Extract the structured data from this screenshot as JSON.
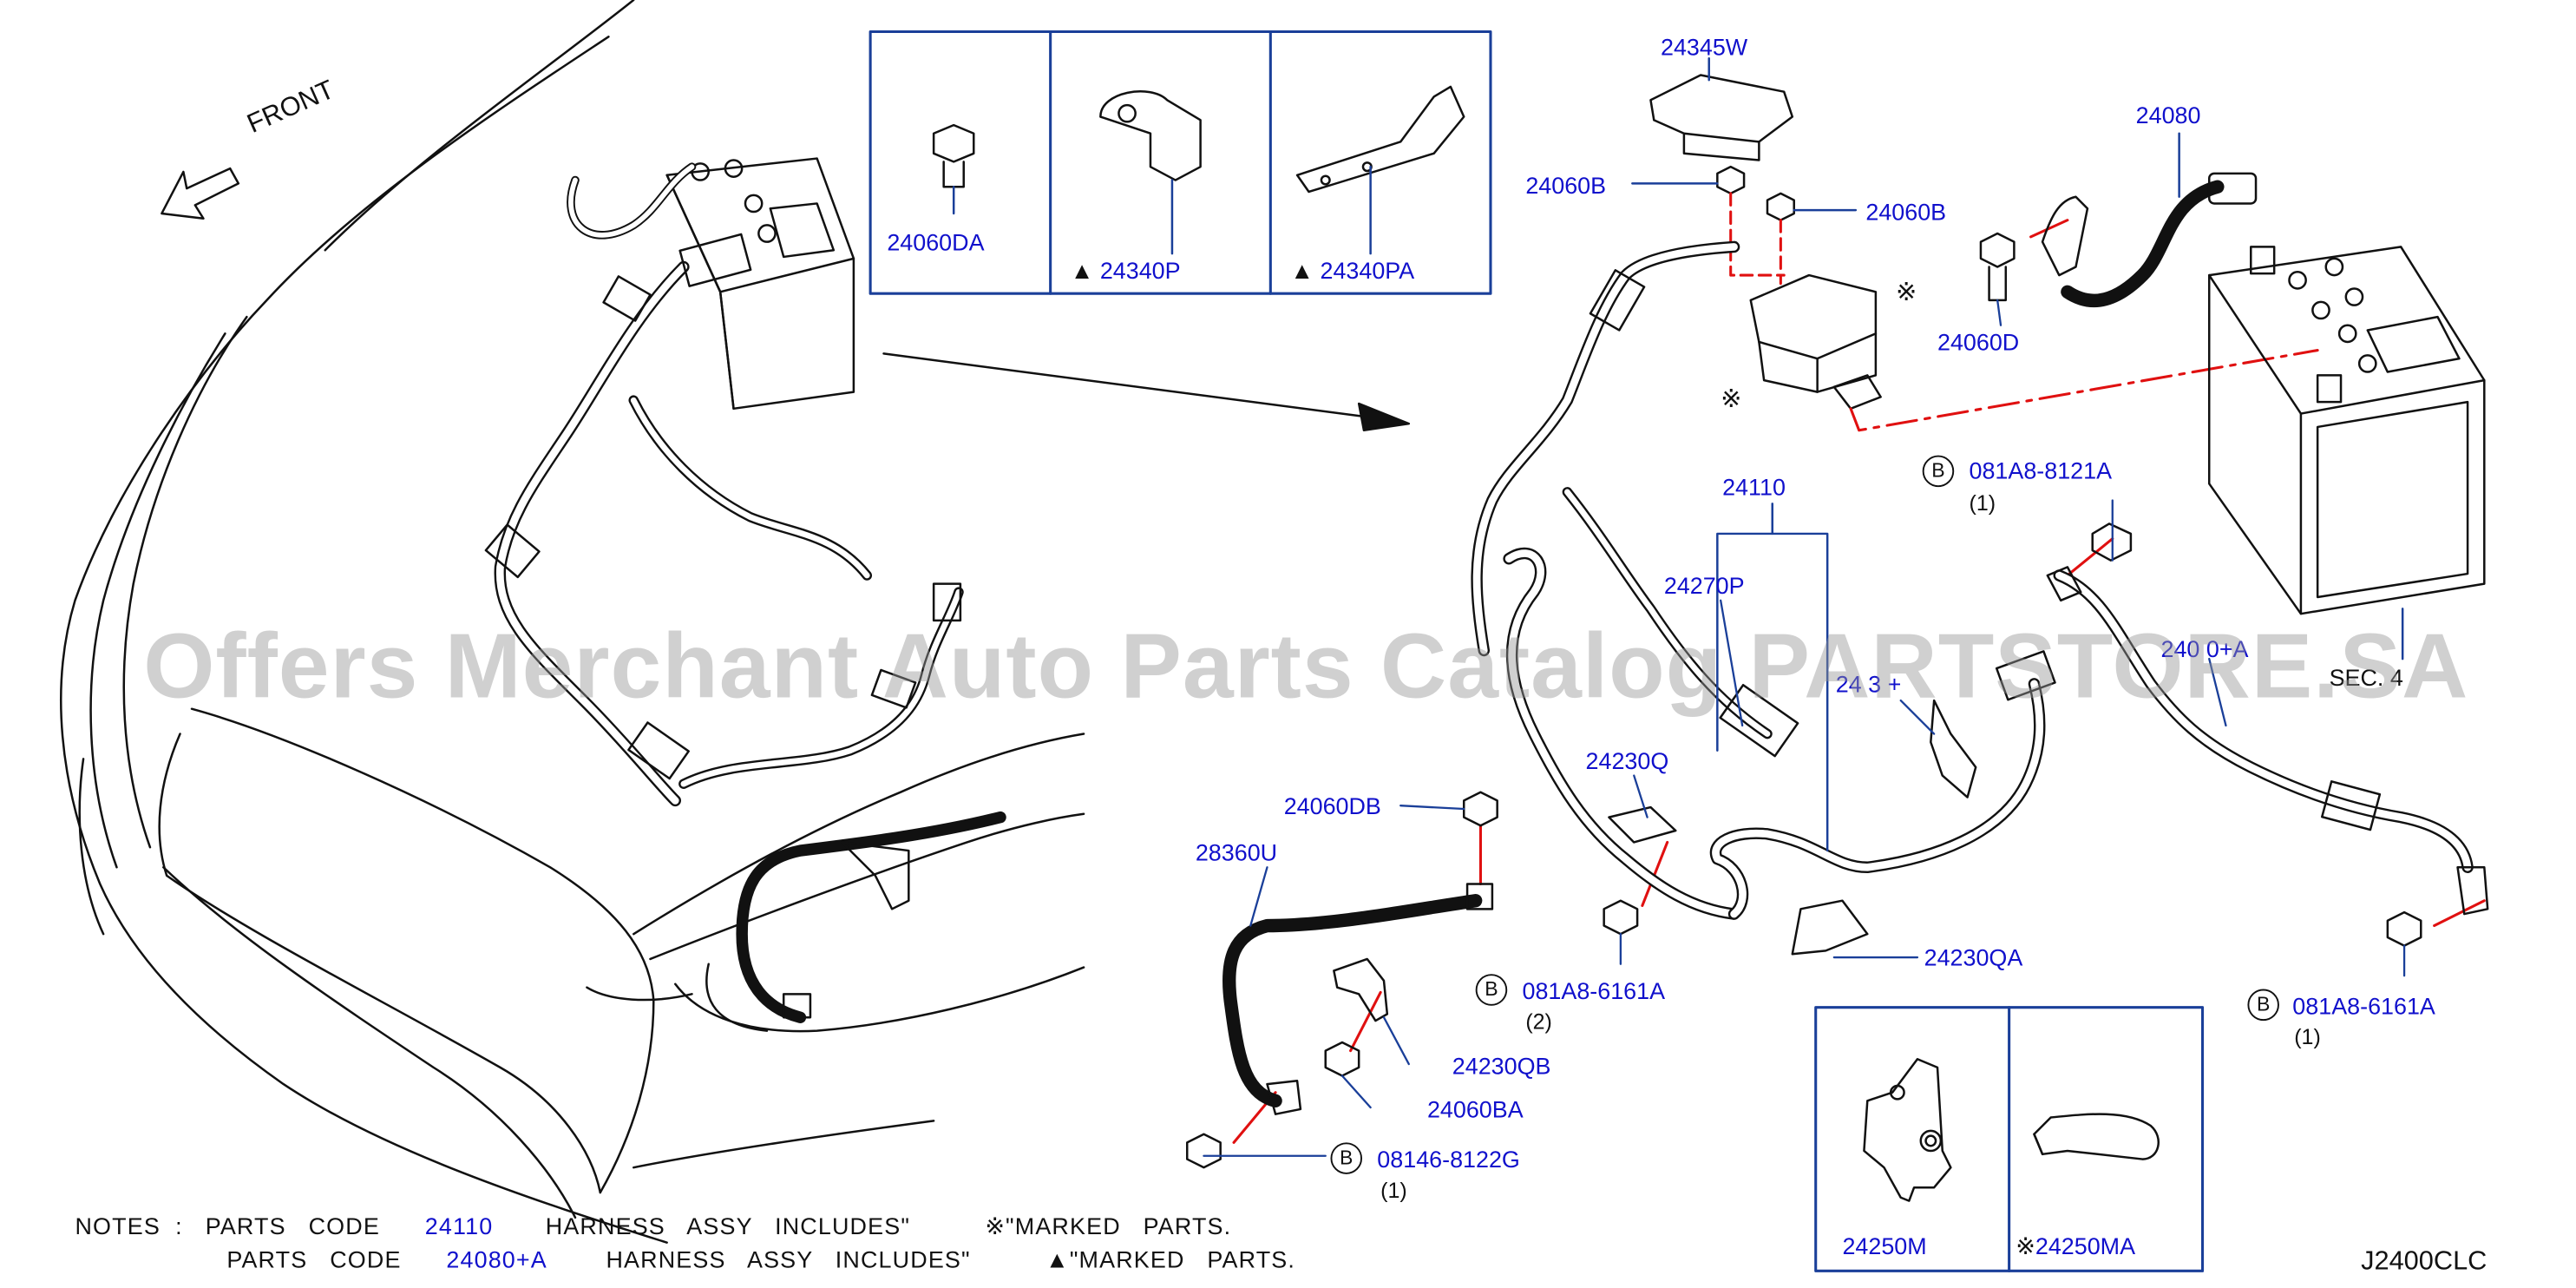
{
  "orientation_label": "FRONT",
  "watermark": "Offers Merchant Auto Parts Catalog PARTSTORE.SA",
  "diagram_code": "J2400CLC",
  "inset_top": {
    "part_a": "24060DA",
    "part_b": "24340P",
    "part_c": "24340PA",
    "triangle_mark": "▲"
  },
  "inset_bottom": {
    "part_a": "24250M",
    "part_b": "24250MA",
    "reference_mark": "※"
  },
  "labels": {
    "p24345W": "24345W",
    "p24060B_left": "24060B",
    "p24060B_right": "24060B",
    "p24080": "24080",
    "p24060D": "24060D",
    "p24110": "24110",
    "p24270P": "24270P",
    "p24230Q": "24230Q",
    "p24230QA": "24230QA",
    "p24230QB": "24230QB",
    "p24060BA": "24060BA",
    "p24060DB": "24060DB",
    "p28360U": "28360U",
    "p24080A_partial": "240 0+A",
    "p2413_partial": "24 3 +",
    "sec_partial": "SEC.  4",
    "mark_a": "※",
    "mark_b": "※"
  },
  "bolts": {
    "b1_code": "081A8-8121A",
    "b1_qty": "(1)",
    "b2_code": "081A8-6161A",
    "b2_qty": "(2)",
    "b3_code": "081A8-6161A",
    "b3_qty": "(1)",
    "b4_code": "08146-8122G",
    "b4_qty": "(1)",
    "circle_letter": "B"
  },
  "notes": {
    "prefix": "NOTES  :",
    "line1_lead": "PARTS   CODE",
    "line1_code": "24110",
    "line1_text": "HARNESS   ASSY   INCLUDES\"",
    "line1_mark": "※\"MARKED   PARTS.",
    "line2_lead": "PARTS   CODE",
    "line2_code": "24080+A",
    "line2_text": "HARNESS   ASSY   INCLUDES\"",
    "line2_mark": "▲\"MARKED   PARTS."
  },
  "colors": {
    "label_blue": "#1010cc",
    "leader_red": "#e01010",
    "frame_blue": "#1a3f99",
    "line_black": "#111111"
  }
}
